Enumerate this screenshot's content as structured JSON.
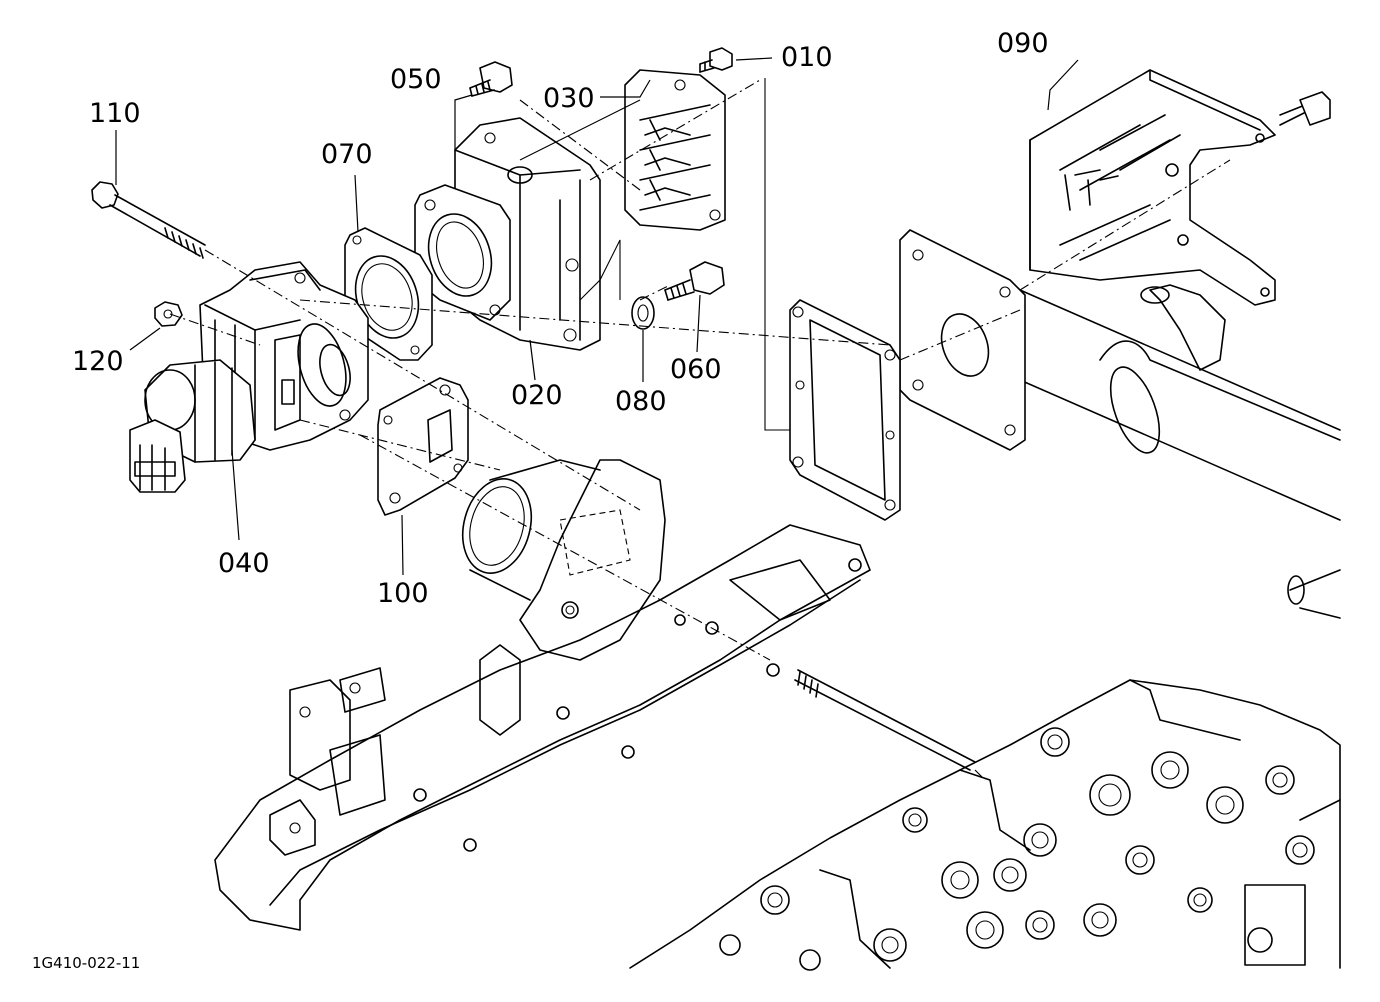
{
  "parts": {
    "p010": "010",
    "p020": "020",
    "p030": "030",
    "p040": "040",
    "p050": "050",
    "p060": "060",
    "p070": "070",
    "p080": "080",
    "p090": "090",
    "p100": "100",
    "p110": "110",
    "p120": "120"
  },
  "figure_id": "1G410-022-11"
}
